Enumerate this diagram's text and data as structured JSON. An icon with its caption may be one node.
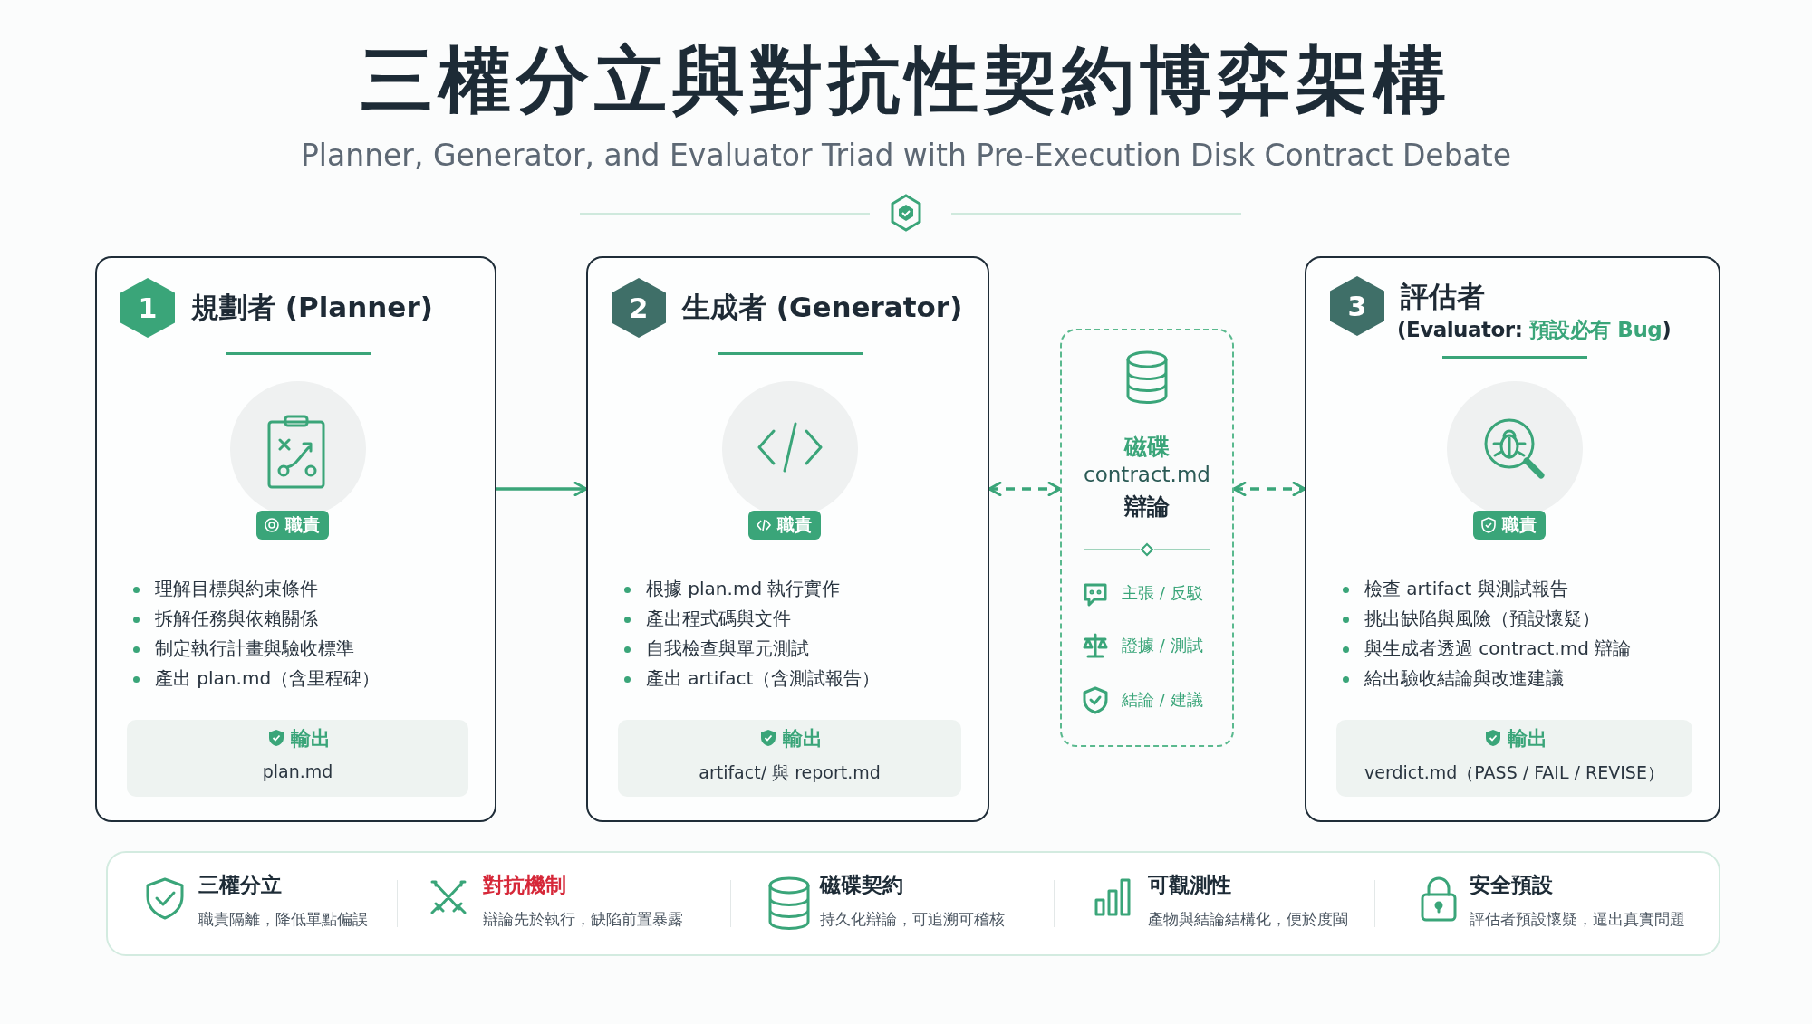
{
  "diagram": {
    "title": "三權分立與對抗性契約博弈架構",
    "nodes": [
      {
        "text": [
          "1",
          "規劃者 (Planner)",
          "職責",
          "理解目標與約束條件",
          "拆解任務與依賴關係",
          "制定執行計畫與驗收標準",
          "產出 plan.md（含里程碑）"
        ]
      },
      {
        "text": [
          "輸出",
          "plan.md"
        ],
        "in": 0
      },
      {
        "text": [
          "2",
          "生成者 (Generator)",
          "職責",
          "根據 plan.md 執行實作",
          "產出程式碼與文件",
          "自我檢查與單元測試",
          "產出 artifact（含測試報告）"
        ]
      },
      {
        "text": [
          "輸出",
          "artifact/ 與 report.md"
        ],
        "in": 2
      },
      {
        "text": [
          "磁碟",
          "contract.md",
          "辯論",
          "主張 / 反駁",
          "證據 / 測試",
          "結論 / 建議"
        ]
      },
      {
        "text": [
          "3",
          "評估者",
          "(Evaluator: **預設必有 Bug**)",
          "職責",
          "檢查 artifact 與測試報告",
          "挑出缺陷與風險（預設懷疑）",
          "與生成者透過 contract.md 辯論",
          "給出驗收結論與改進建議"
        ]
      },
      {
        "text": [
          "輸出",
          "verdict.md（PASS / FAIL / REVISE）"
        ],
        "in": 5
      }
    ],
    "edges": [
      {
        "from": 0,
        "to": 2,
        "arrow": "to"
      },
      {
        "from": 2,
        "to": 4,
        "arrow": "both",
        "style": "dashed"
      },
      {
        "from": 4,
        "to": 5,
        "arrow": "both",
        "style": "dashed"
      }
    ],
    "labels": [
      "Planner, Generator, and Evaluator Triad with Pre-Execution Disk Contract Debate",
      "三權分立",
      "職責隔離，降低單點偏誤",
      "對抗機制",
      "辯論先於執行，缺陷前置暴露",
      "磁碟契約",
      "持久化辯論，可追溯可稽核",
      "可觀測性",
      "產物與結論結構化，便於度閩",
      "安全預設",
      "評估者預設懷疑，逼出真實問題"
    ]
  }
}
